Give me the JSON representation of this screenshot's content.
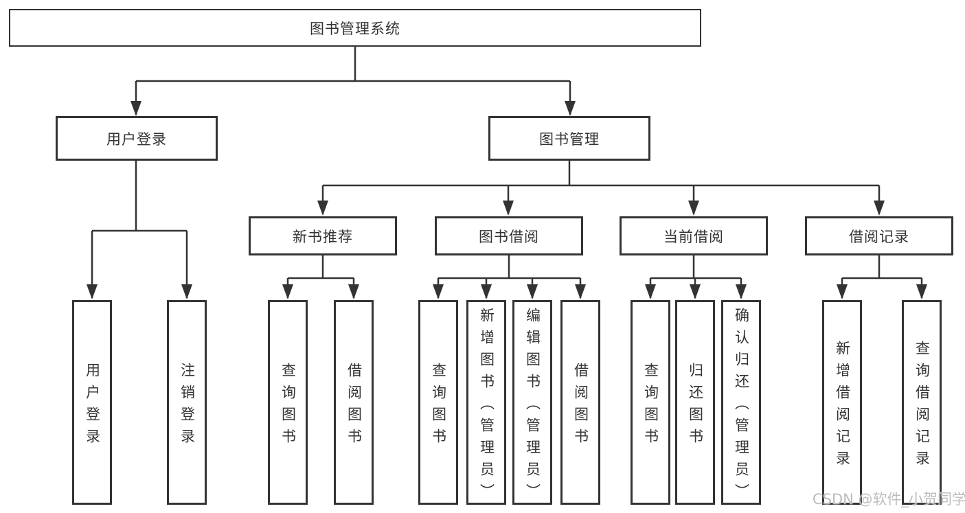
{
  "title": "图书管理系统",
  "nodes": {
    "root": "图书管理系统",
    "user_login": "用户登录",
    "book_management": "图书管理",
    "new_book_recommend": "新书推荐",
    "book_borrow": "图书借阅",
    "current_borrow": "当前借阅",
    "borrow_record": "借阅记录"
  },
  "leaves": {
    "user_login": [
      "用户登录",
      "注销登录"
    ],
    "new_book_recommend": [
      "查询图书",
      "借阅图书"
    ],
    "book_borrow": [
      "查询图书",
      "新增图书（管理员）",
      "编辑图书（管理员）",
      "借阅图书"
    ],
    "current_borrow": [
      "查询图书",
      "归还图书",
      "确认归还（管理员）"
    ],
    "borrow_record": [
      "新增借阅记录",
      "查询借阅记录"
    ]
  },
  "watermark": "CSDN @软件_小贺同学",
  "colors": {
    "line": "#333333",
    "text": "#333333",
    "box_background": "#ffffff",
    "watermark": "#bcbcbc",
    "background": "#ffffff"
  }
}
